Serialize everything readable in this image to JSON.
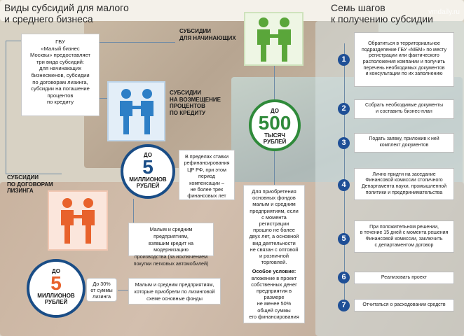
{
  "watermark": "vmdaily.ru",
  "left_title": [
    "Виды субсидий для малого",
    "и среднего бизнеса"
  ],
  "right_title": [
    "Семь шагов",
    "к получению субсидии"
  ],
  "intro_box": [
    "ГБУ",
    "«Малый бизнес",
    "Москвы» предоставляет",
    "три вида субсидий:",
    "для начинающих",
    "бизнесменов, субсидии",
    "по договорам лизинга,",
    "субсидии на погашение",
    "процентов",
    "по кредиту"
  ],
  "subsidy_start": {
    "label": [
      "СУБСИДИИ",
      "ДЛЯ НАЧИНАЮЩИХ"
    ],
    "amount_top": "ДО",
    "amount_big": "500",
    "amount_bottom": [
      "ТЫСЯЧ",
      "РУБЛЕЙ"
    ],
    "conditions": [
      "Для приобретения",
      "основных фондов",
      "малым и средним",
      "предприятиям, если",
      "с момента регистрации",
      "прошло не более",
      "двух лет, а основной",
      "вид деятельности",
      "не связан с оптовой",
      "и розничной торговлей."
    ],
    "special_title": "Особое условие:",
    "special": [
      "вложение в проект",
      "собственных денег",
      "предприятия в размере",
      "не менее 50%",
      "общей суммы",
      "его финансирования"
    ]
  },
  "subsidy_credit": {
    "label": [
      "СУБСИДИИ",
      "НА ВОЗМЕЩЕНИЕ",
      "ПРОЦЕНТОВ",
      "ПО КРЕДИТУ"
    ],
    "amount_top": "ДО",
    "amount_big": "5",
    "amount_bottom": [
      "МИЛЛИОНОВ",
      "РУБЛЕЙ"
    ],
    "limit": [
      "В пределах ставки",
      "рефинансирования",
      "ЦР РФ, при этом период",
      "компенсации –",
      "не более трех",
      "финансовых лет"
    ],
    "desc": [
      "Малым и средним предприятиям,",
      "взявшим кредит на модернизацию",
      "производства (за исключением",
      "покупки легковых автомобилей)"
    ]
  },
  "subsidy_leasing": {
    "label": [
      "СУБСИДИИ",
      "ПО ДОГОВОРАМ",
      "ЛИЗИНГА"
    ],
    "amount_top": "ДО",
    "amount_big": "5",
    "amount_bottom": [
      "МИЛЛИОНОВ",
      "РУБЛЕЙ"
    ],
    "limit": [
      "До 30%",
      "от суммы",
      "лизинга"
    ],
    "desc": [
      "Малым и средним предприятиям,",
      "которые приобрели по лизинговой",
      "схеме основные фонды"
    ]
  },
  "steps": [
    {
      "num": "1",
      "text": [
        "Обратиться в территориальное",
        "подразделение ГБУ «МБМ» по месту",
        "регистрации или фактического",
        "расположения компании и получить",
        "перечень необходимых документов",
        "и консультации по их заполнению"
      ]
    },
    {
      "num": "2",
      "text": [
        "Собрать необходимые документы",
        "и составить бизнес-план"
      ]
    },
    {
      "num": "3",
      "text": [
        "Подать заявку, приложив к ней",
        "комплект документов"
      ]
    },
    {
      "num": "4",
      "text": [
        "Лично придти на заседание",
        "Финансовой комиссии столичного",
        "Департамента науки, промышленной",
        "политики и предпринимательства"
      ]
    },
    {
      "num": "5",
      "text": [
        "При положительном решении,",
        "в течение 15 дней с момента решения",
        "Финансовой комиссии, заключить",
        "с департаментом договор"
      ]
    },
    {
      "num": "6",
      "text": [
        "Реализовать проект"
      ]
    },
    {
      "num": "7",
      "text": [
        "Отчитаться о расходовании средств"
      ]
    }
  ],
  "colors": {
    "green": "#5aa63a",
    "blue": "#2e7fc6",
    "orange": "#e8622c",
    "navy": "#1a4d86",
    "start_bg": "#eef6e4",
    "credit_bg": "#e3eef8",
    "leasing_bg": "#fbe6dc"
  },
  "icons": {
    "people": "two-people-handshake-icon"
  }
}
